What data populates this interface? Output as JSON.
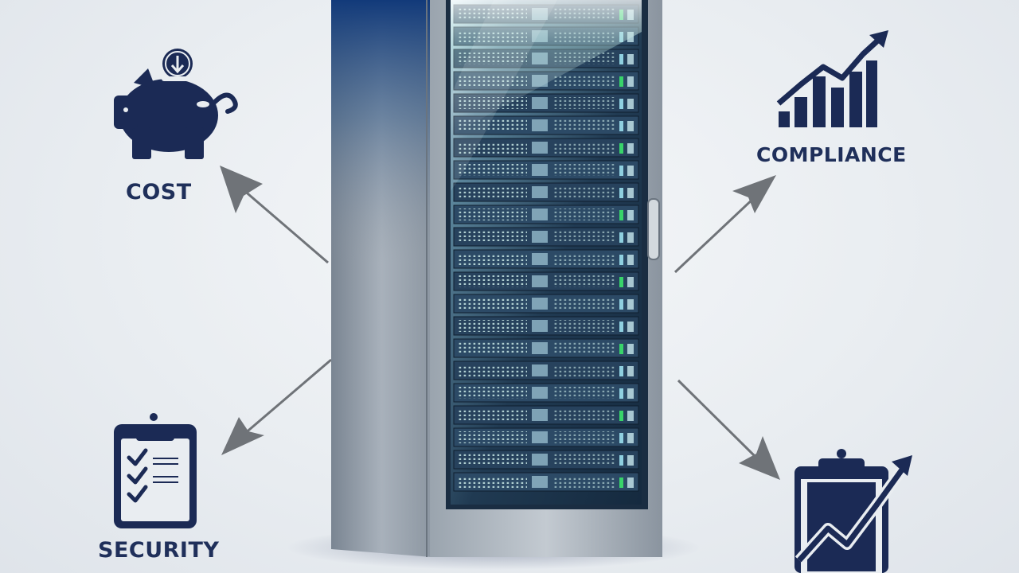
{
  "labels": {
    "cost": "COST",
    "compliance": "COMPLIANCE",
    "security": "SECURITY"
  },
  "icons": {
    "cost": "piggy-bank-icon",
    "compliance": "rising-bar-chart-icon",
    "security": "checklist-clipboard-icon",
    "performance": "clipboard-growth-chart-icon"
  },
  "colors": {
    "navy": "#1b2a55",
    "arrow": "#6f7378",
    "rack_frame": "#8c96a2",
    "rack_glass": "#1e3a5a",
    "led_green": "#38d46a",
    "background": "#e9edf1"
  }
}
